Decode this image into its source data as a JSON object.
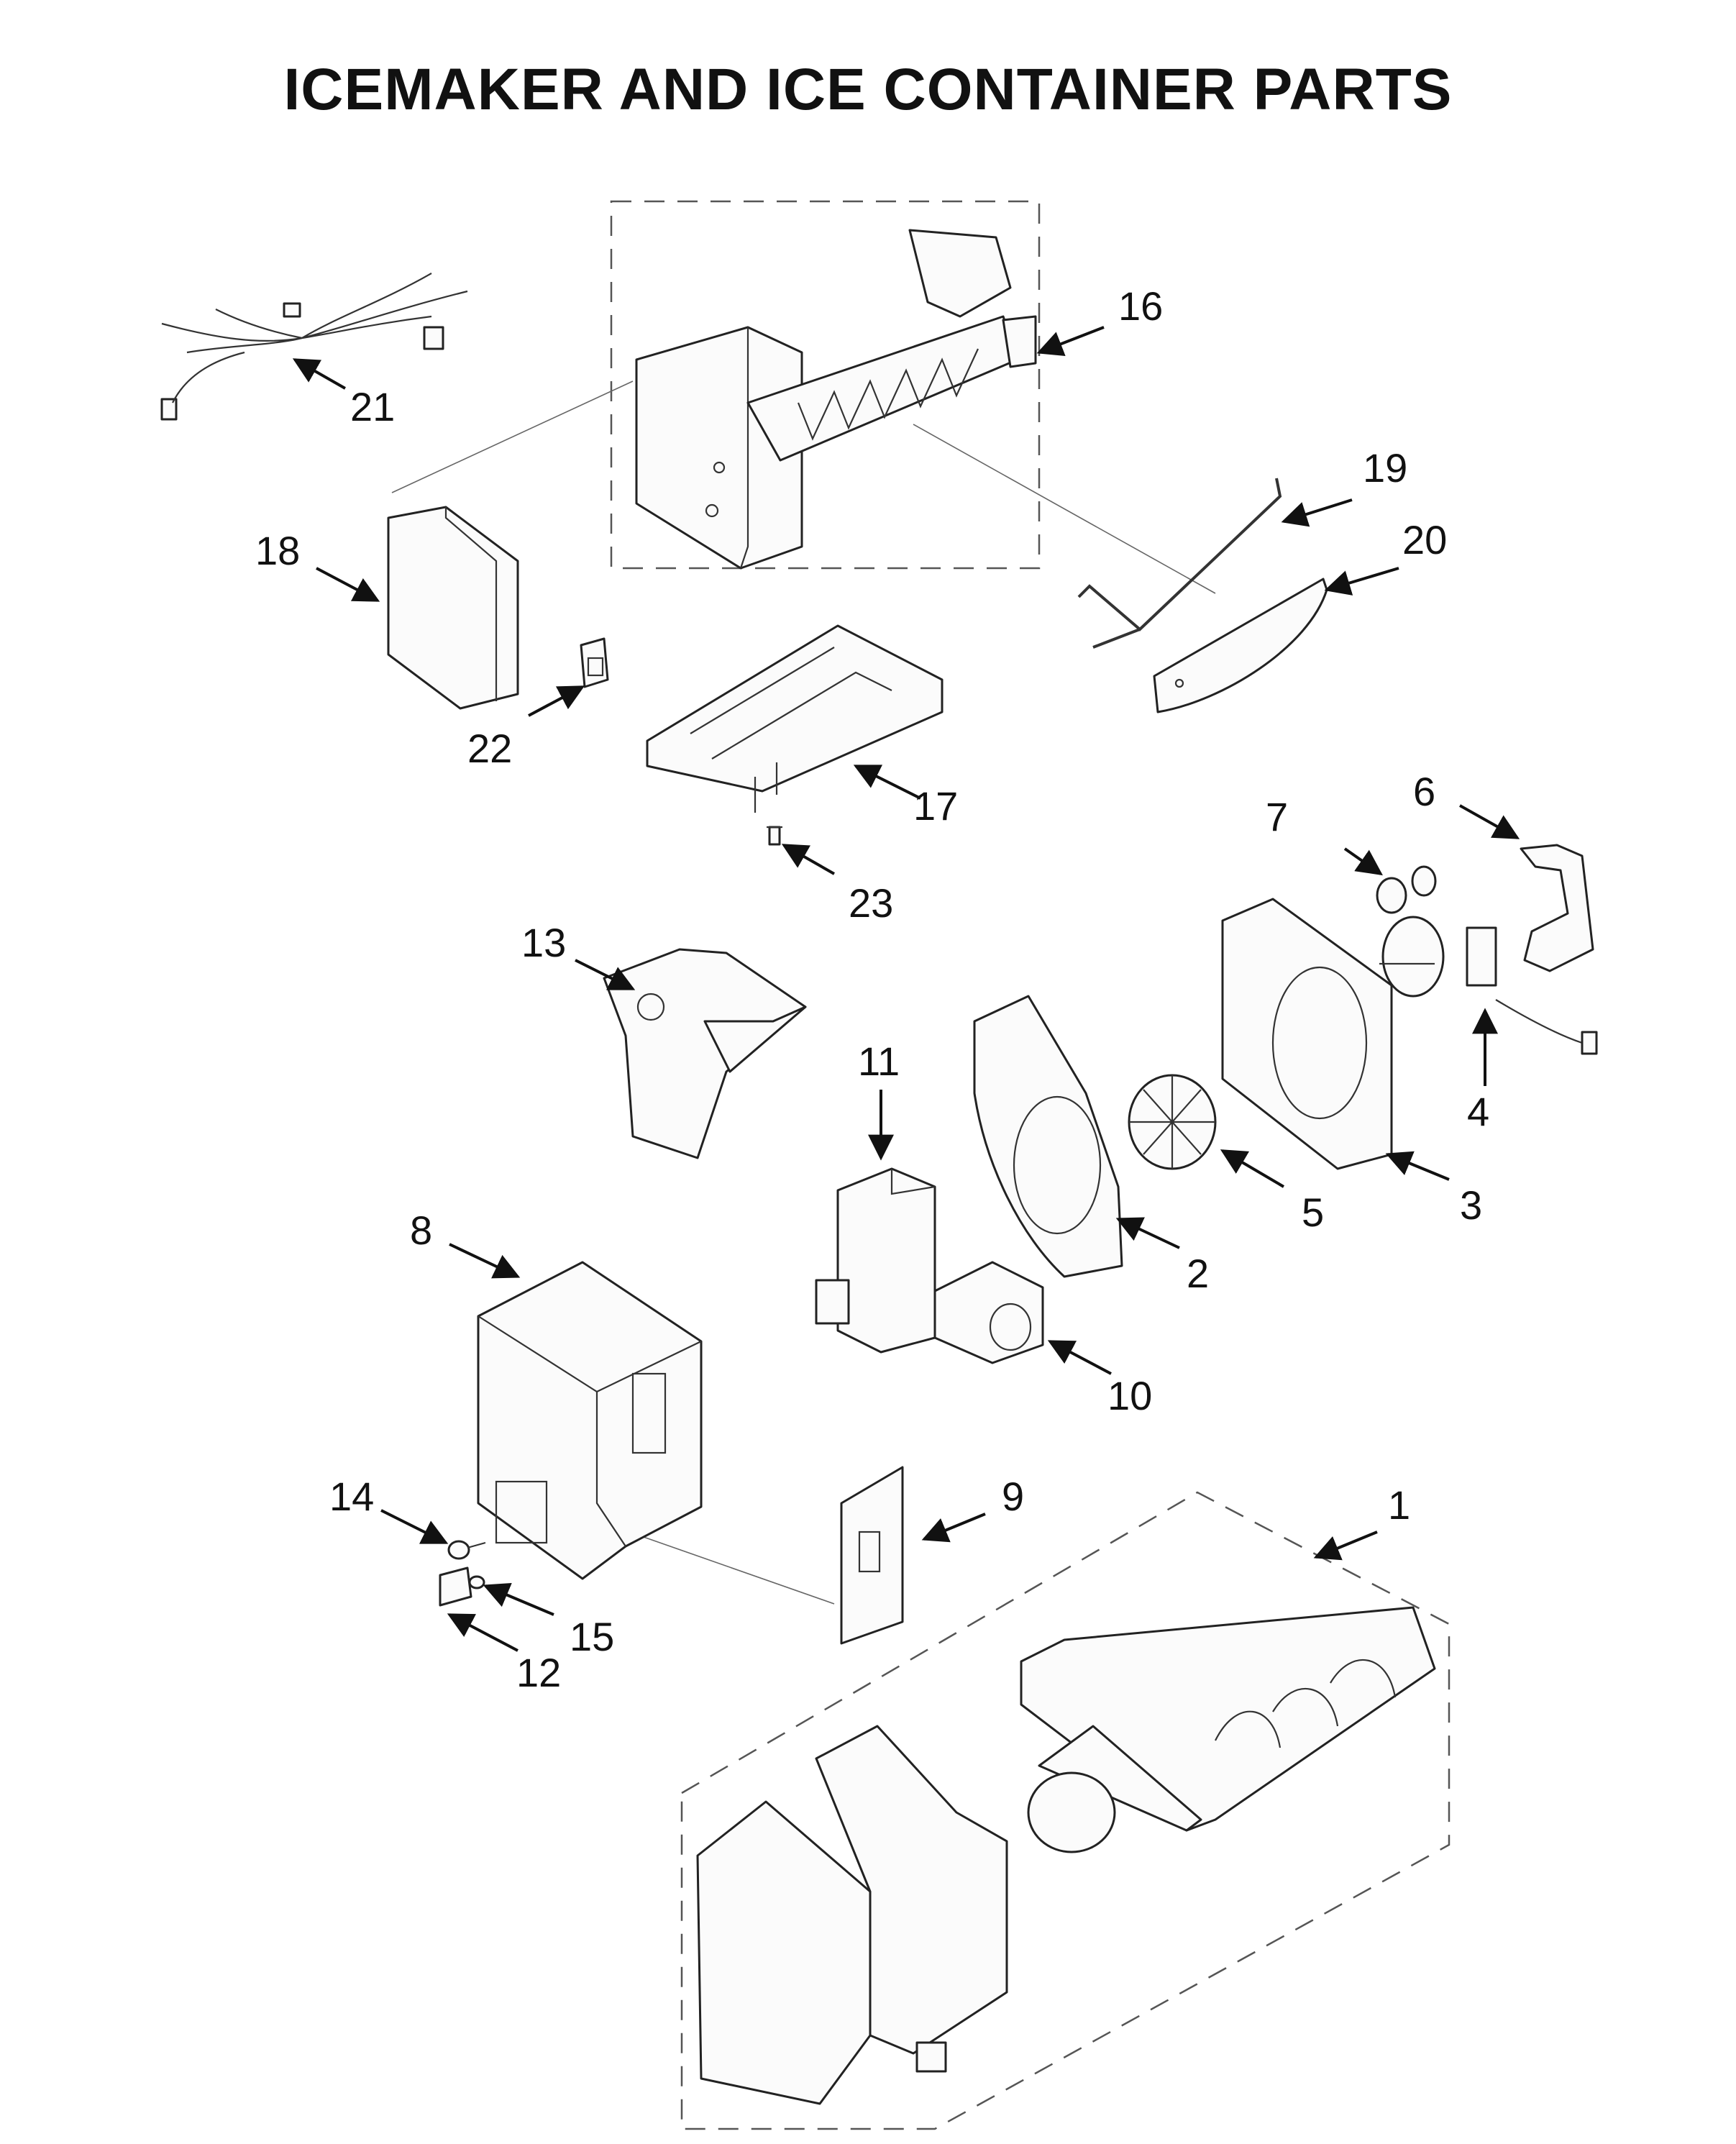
{
  "title": "ICEMAKER AND ICE CONTAINER PARTS",
  "callouts": [
    "1",
    "2",
    "3",
    "4",
    "5",
    "6",
    "7",
    "8",
    "9",
    "10",
    "11",
    "12",
    "13",
    "14",
    "15",
    "16",
    "17",
    "18",
    "19",
    "20",
    "21",
    "22",
    "23"
  ]
}
